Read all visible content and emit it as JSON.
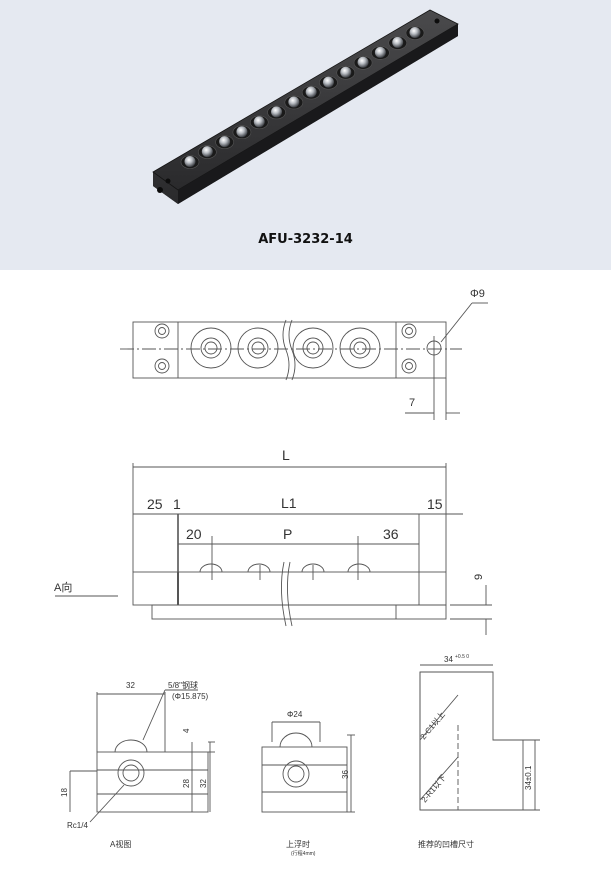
{
  "product": {
    "model": "AFU-3232-14",
    "ball_count": 14
  },
  "top_view": {
    "hole_dia": "Φ9",
    "edge_dim": "7"
  },
  "side_view": {
    "L": "L",
    "L1": "L1",
    "left_offset": "25",
    "gap": "1",
    "right_offset": "15",
    "first_pitch": "20",
    "pitch": "P",
    "last_pitch": "36",
    "height": "9",
    "arrow_label": "A向"
  },
  "a_view": {
    "width": "32",
    "ball_note": "5/8\"钢球",
    "ball_dia": "(Φ15.875)",
    "protrusion": "4",
    "body_height": "28",
    "total_height": "32",
    "port_height": "18",
    "port_thread": "Rc1/4",
    "caption": "A视图"
  },
  "float_view": {
    "ball_dia": "Φ24",
    "height": "36",
    "caption": "上浮时",
    "sub_caption": "(行程4mm)"
  },
  "recess_view": {
    "width": "34",
    "width_tol": "+0.5\n0",
    "chamfer": "2-C1以上",
    "radius": "2-R1以下",
    "depth": "34±0.1",
    "caption": "推荐的凹槽尺寸"
  },
  "colors": {
    "panel_bg": "#e5e9f1",
    "line": "#555555",
    "body_dark": "#2e2e2e"
  }
}
